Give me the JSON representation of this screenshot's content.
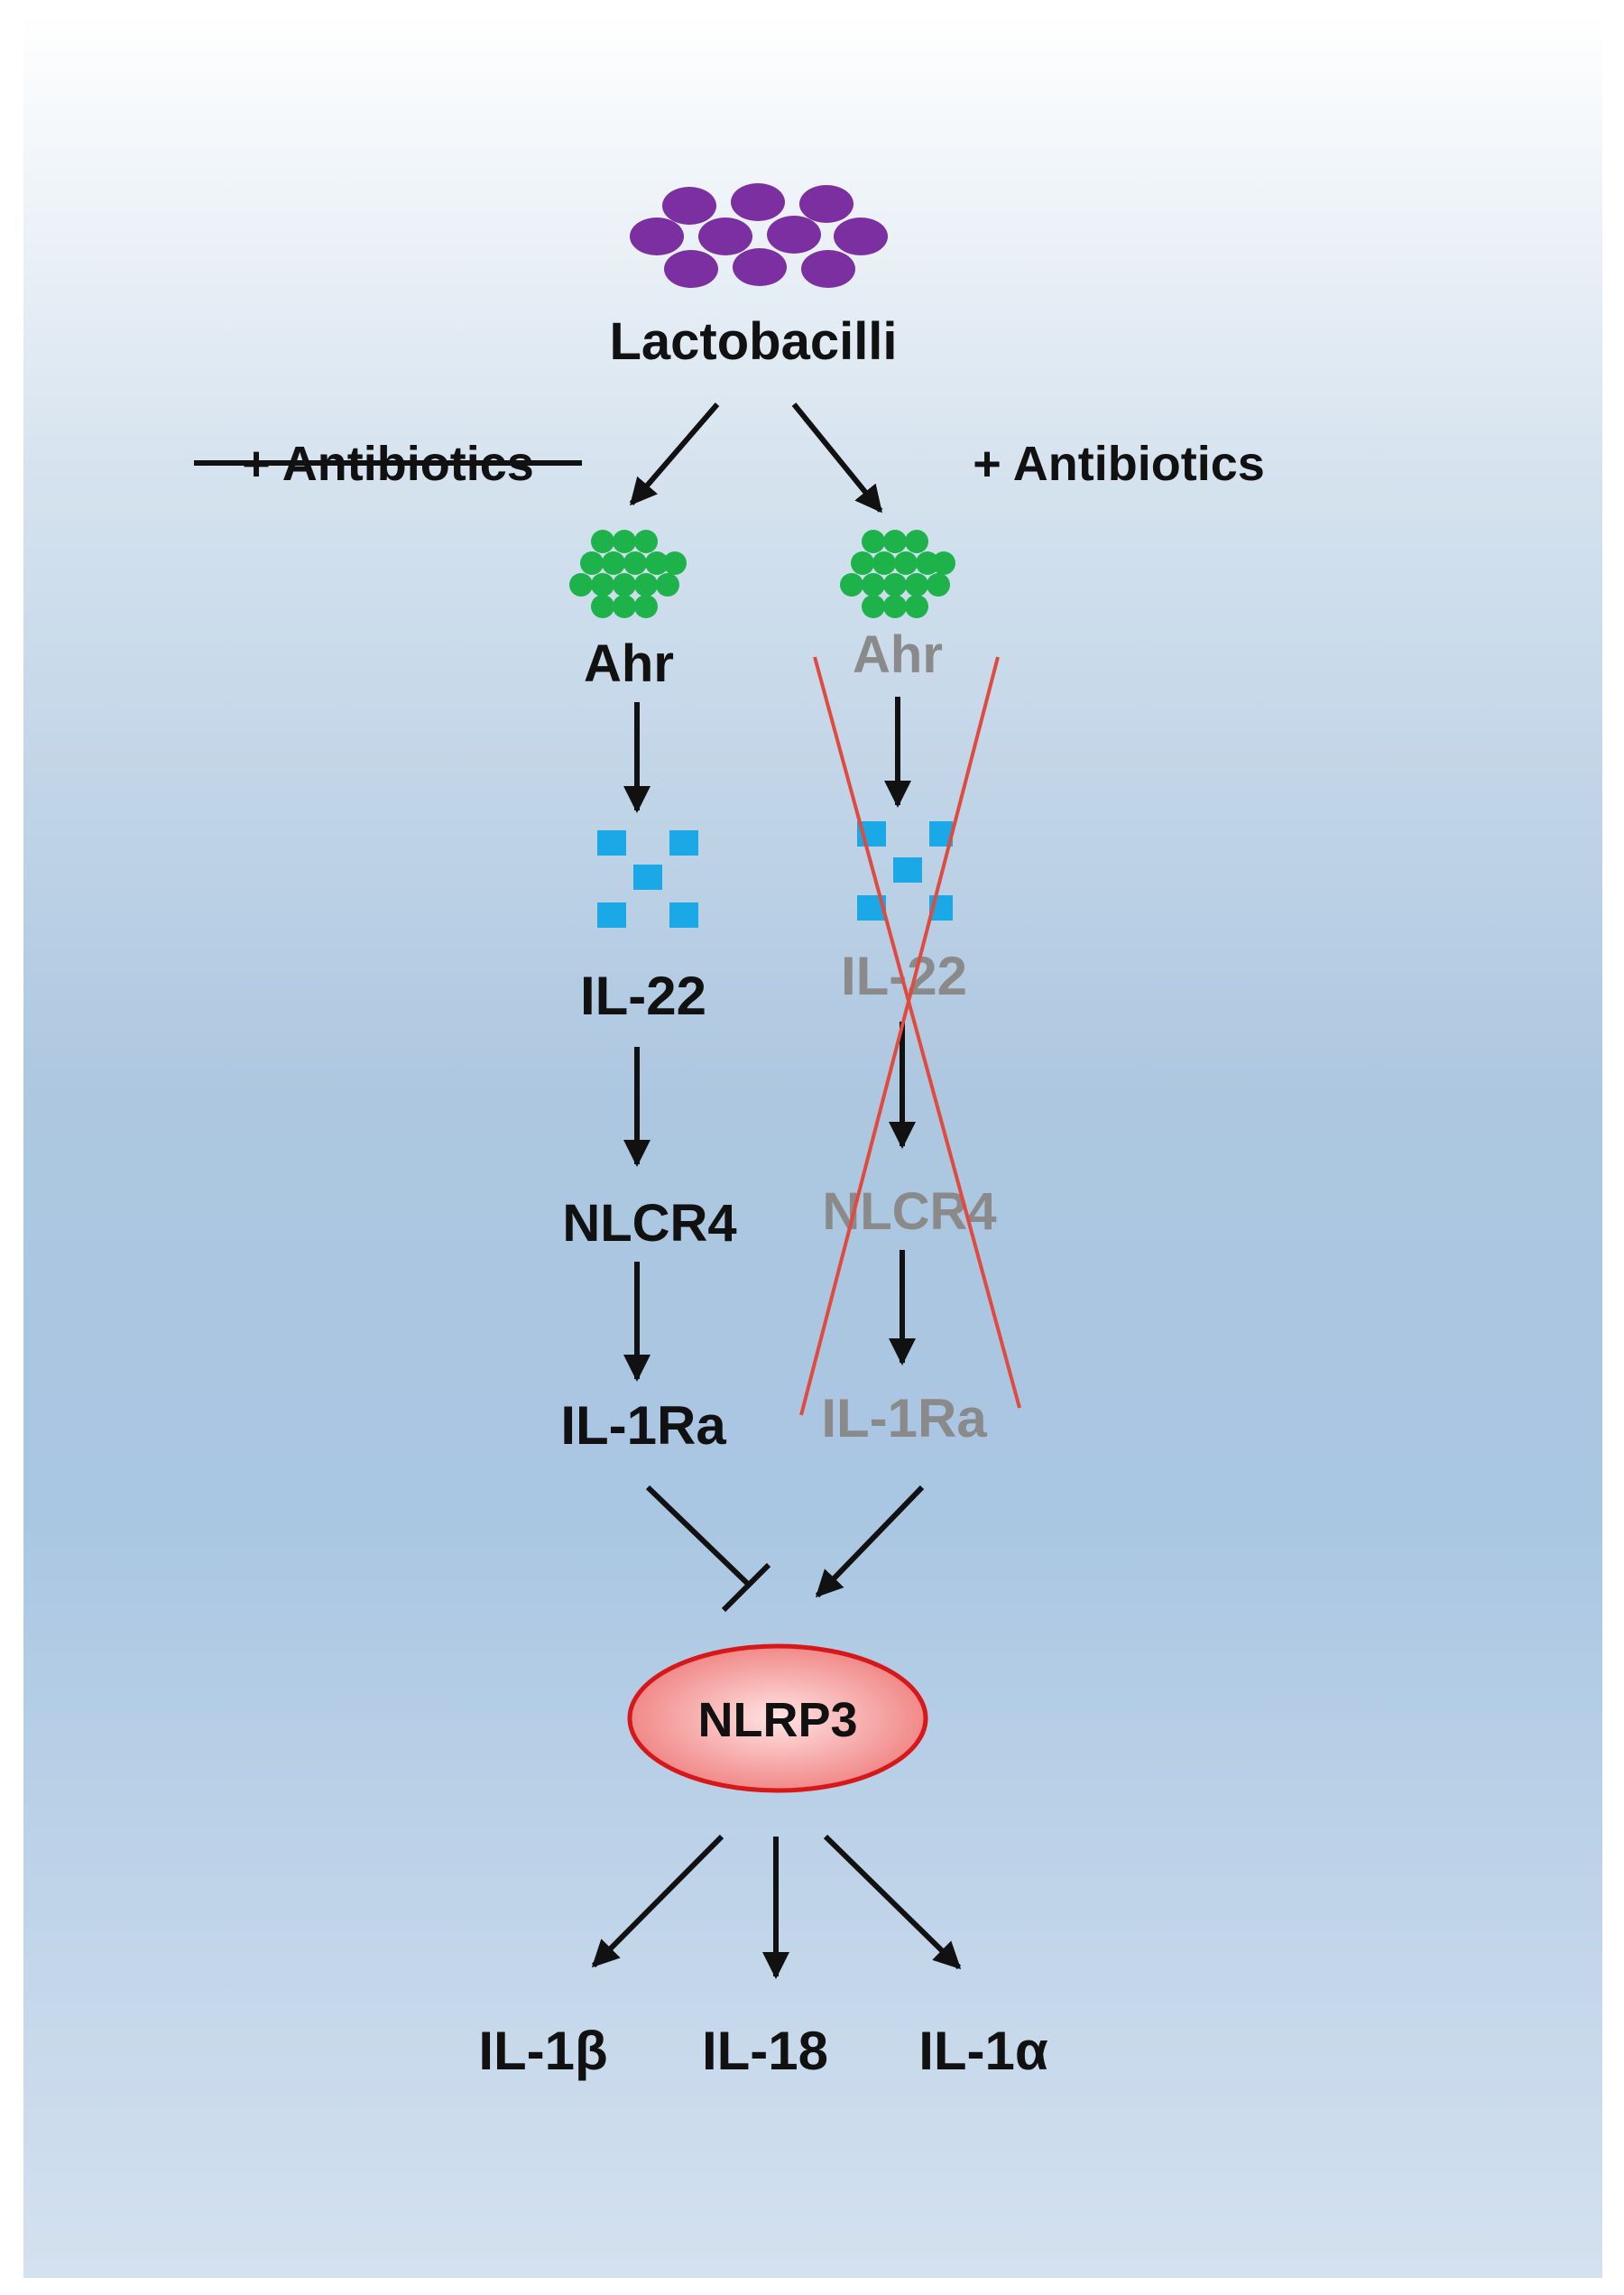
{
  "labels": {
    "lactobacilli": "Lactobacilli",
    "no_antibiotics": "+ Antibiotics",
    "with_antibiotics": "+ Antibiotics",
    "left_ahr": "Ahr",
    "left_il22": "IL-22",
    "left_nlcr4": "NLCR4",
    "left_il1ra": "IL-1Ra",
    "right_ahr": "Ahr",
    "right_il22": "IL-22",
    "right_nlcr4": "NLCR4",
    "right_il1ra": "IL-1Ra",
    "nlrp3": "NLRP3",
    "il1b": "IL-1β",
    "il18": "IL-18",
    "il1a": "IL-1α"
  },
  "colors": {
    "bacteria": "#7b2fa0",
    "ahr_cluster": "#1db34a",
    "il22_squares": "#1aa8e6",
    "cross": "#e04a3f",
    "inactive_text": "#8a8a8a",
    "active_text": "#111111",
    "nlrp3_fill": "#f48a8a",
    "nlrp3_stroke": "#d81818"
  }
}
